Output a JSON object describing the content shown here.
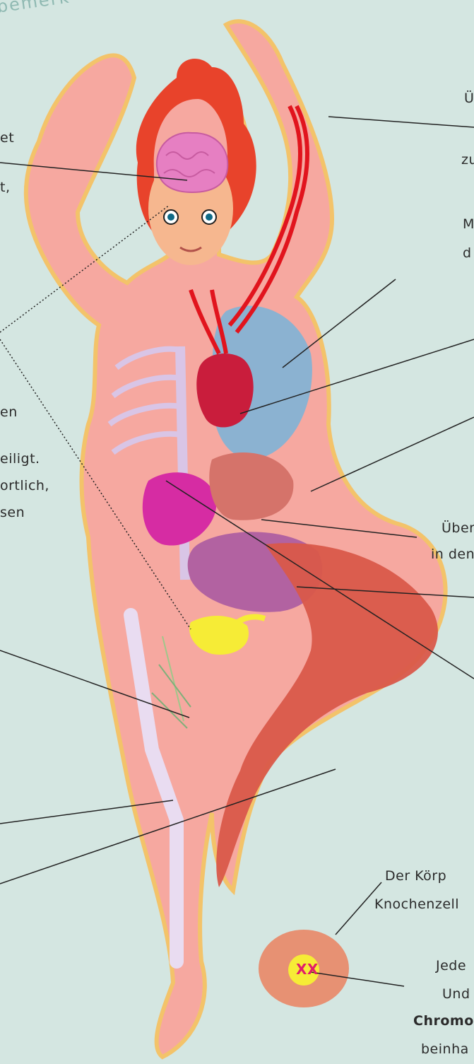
{
  "header": {
    "title_fragment": "bemerk"
  },
  "labels": {
    "right": {
      "l1": "Ü",
      "l2": "zu",
      "l3": "M",
      "l4": "d",
      "l5": "Über",
      "l6": "in den",
      "l7": "Der Körp",
      "l8": "Knochenzell",
      "l9": "Jede",
      "l10": "Und",
      "l11": "Chromo",
      "l12": "beinha"
    },
    "left": {
      "l1": "et",
      "l2": "t,",
      "l3": "en",
      "l4": "eiligt.",
      "l5": "ortlich,",
      "l6": "sen"
    }
  },
  "colors": {
    "background": "#d4e6e1",
    "skin": "#f6a8a0",
    "hair": "#e8432b",
    "brain": "#e67fc2",
    "heart": "#c91d3c",
    "lung": "#7fb2d6",
    "muscle": "#d9584a",
    "bone": "#e9dcf1",
    "reproductive": "#f6ec36",
    "vessels": "#e1141d"
  },
  "chromosome_label": "XX"
}
